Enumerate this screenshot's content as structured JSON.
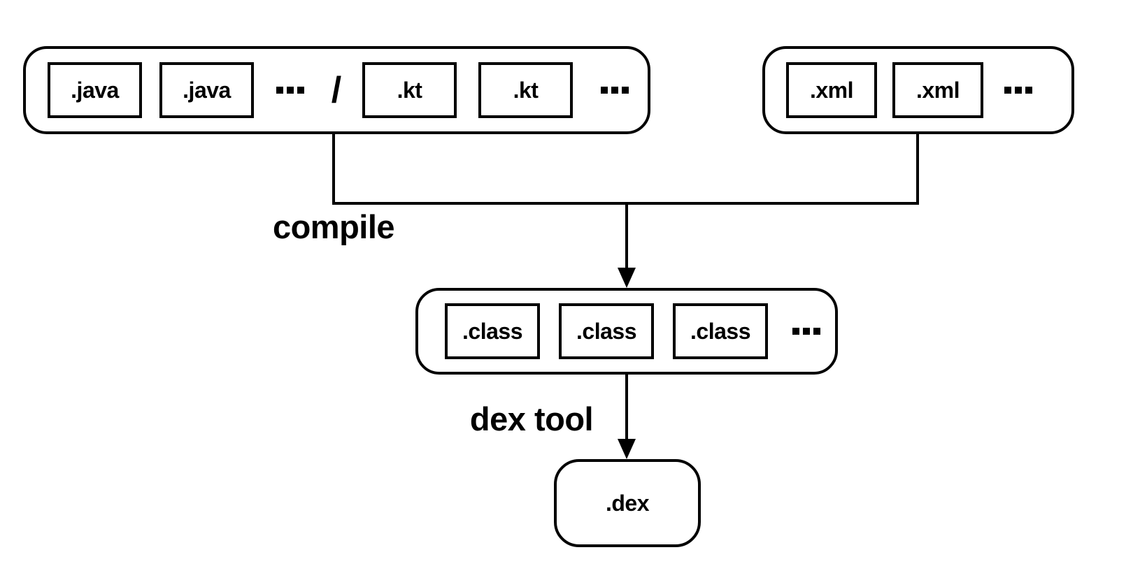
{
  "diagram": {
    "source_group": {
      "java_files": [
        ".java",
        ".java"
      ],
      "separator": "/",
      "kotlin_files": [
        ".kt",
        ".kt"
      ],
      "ellipsis": "···"
    },
    "resource_group": {
      "xml_files": [
        ".xml",
        ".xml"
      ],
      "ellipsis": "···"
    },
    "class_group": {
      "class_files": [
        ".class",
        ".class",
        ".class"
      ],
      "ellipsis": "···"
    },
    "dex_node": {
      "label": ".dex"
    },
    "process_labels": {
      "compile": "compile",
      "dex_tool": "dex tool"
    },
    "colors": {
      "stroke": "#000000",
      "text": "#000000",
      "background": "#ffffff"
    }
  }
}
